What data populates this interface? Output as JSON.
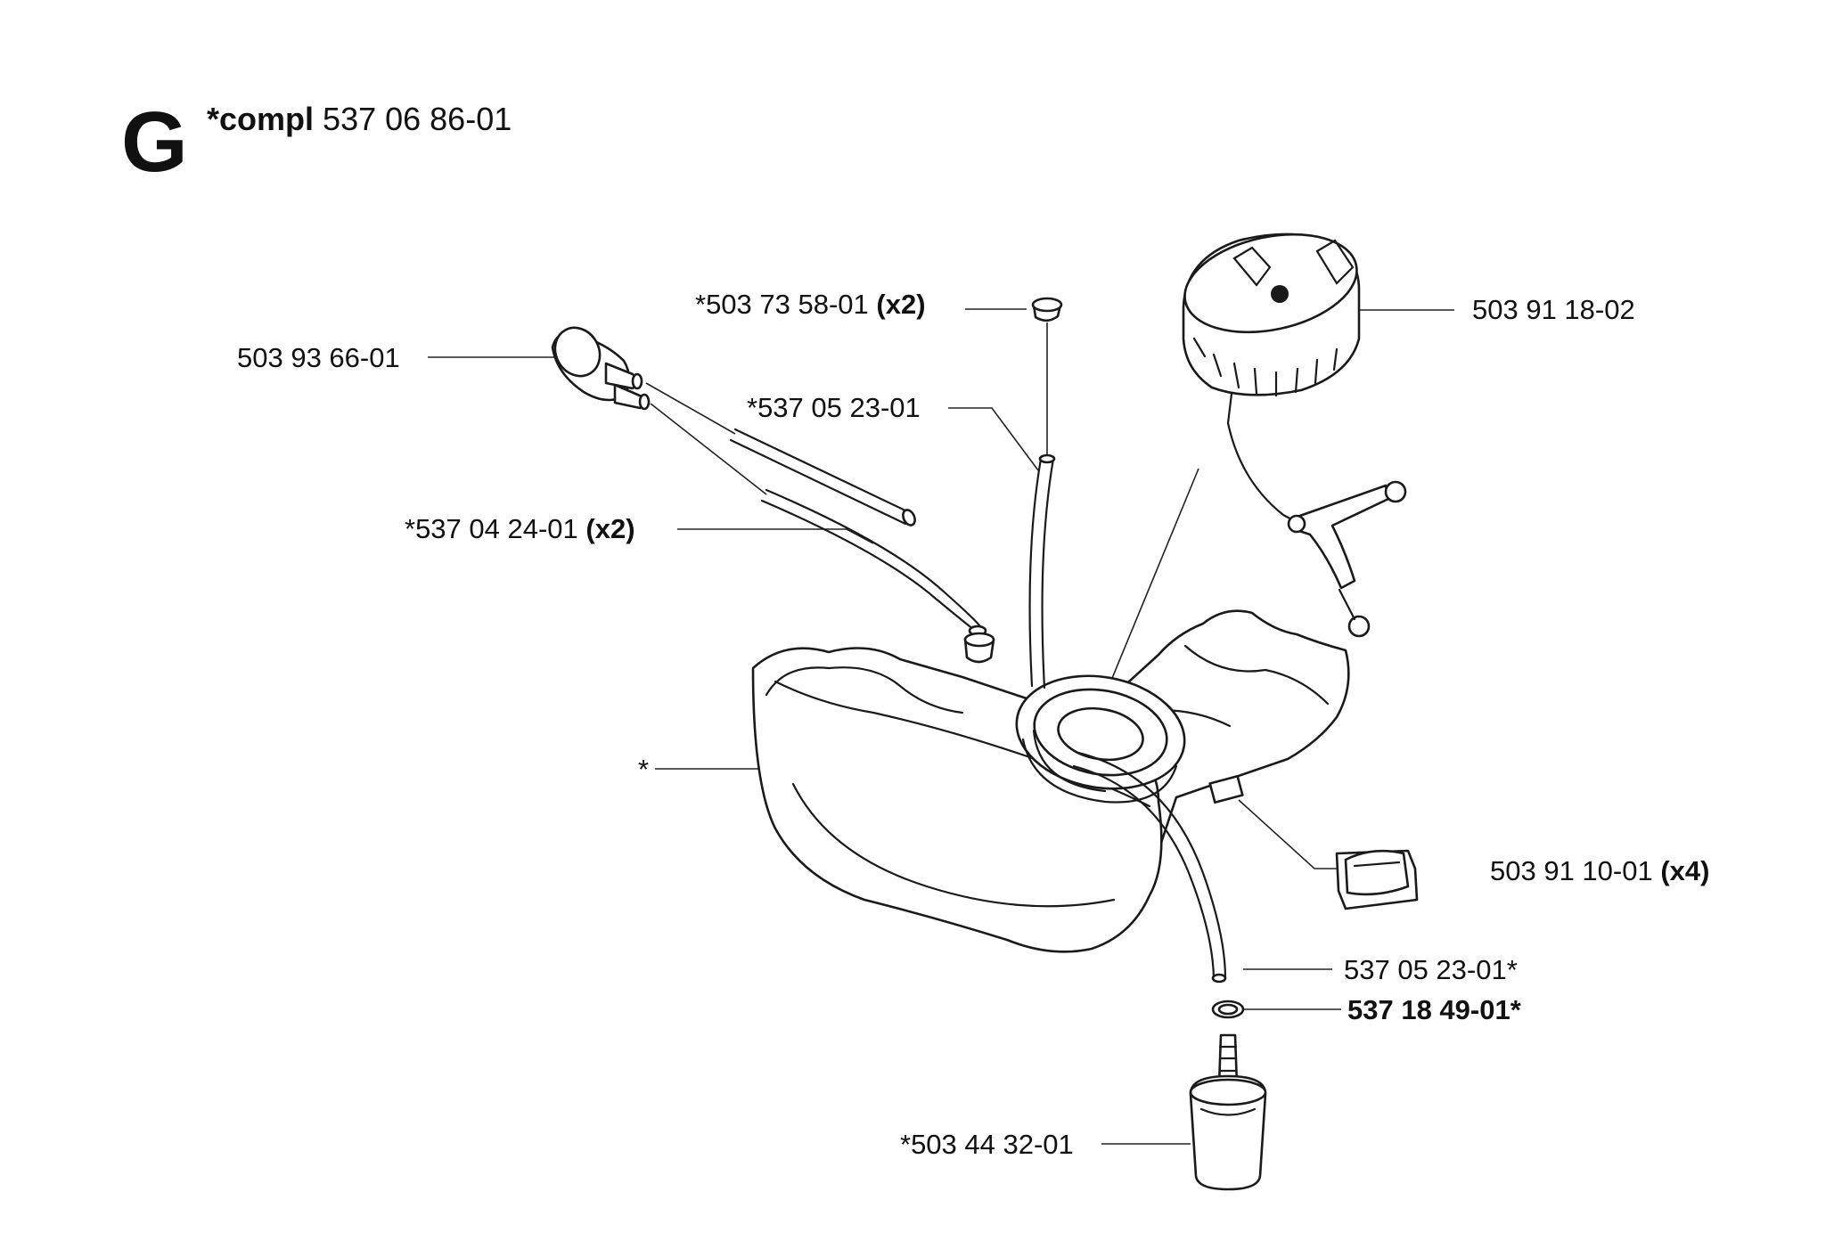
{
  "header": {
    "section_letter": "G",
    "compl_label": "*compl",
    "compl_number": "537 06 86-01"
  },
  "parts": {
    "plug": {
      "number": "*503 73 58-01",
      "qty": "(x2)"
    },
    "cap": {
      "number": "503 91 18-02"
    },
    "grommet": {
      "number": "503 93 66-01"
    },
    "hose_vent": {
      "number": "*537 05 23-01"
    },
    "hoses_pair": {
      "number": "*537 04 24-01",
      "qty": "(x2)"
    },
    "tank": {
      "number": "*"
    },
    "damper": {
      "number": "503 91 10-01",
      "qty": "(x4)"
    },
    "hose_fuel": {
      "number": "537 05 23-01*"
    },
    "ring": {
      "number": "537 18 49-01*"
    },
    "filter": {
      "number": "*503 44 32-01"
    }
  }
}
